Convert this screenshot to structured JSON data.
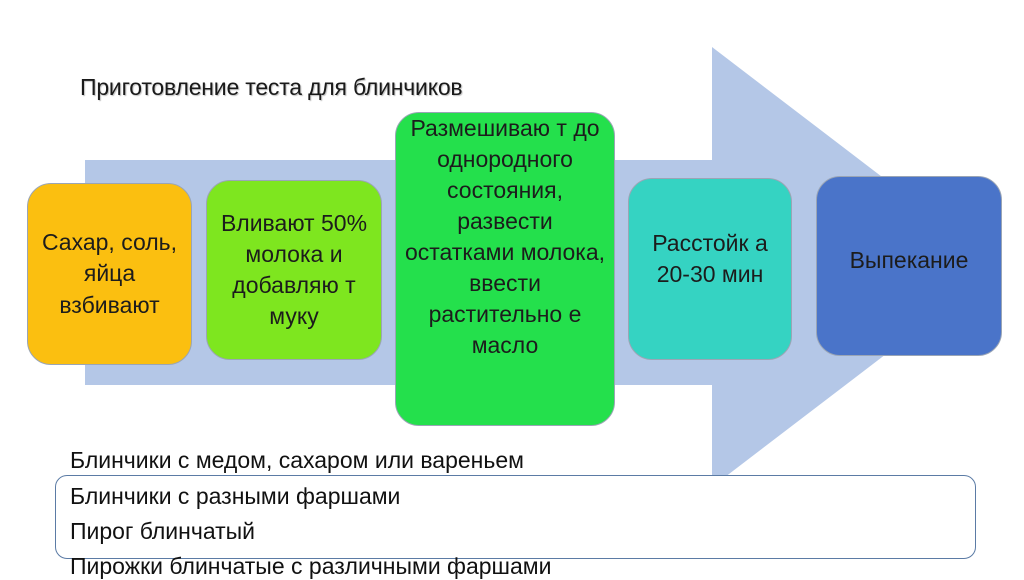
{
  "title": "Приготовление теста для блинчиков",
  "steps": [
    {
      "text": "Сахар, соль, яйца взбивают",
      "color": "#fbbf10"
    },
    {
      "text": "Вливают 50% молока и добавляю т муку",
      "color": "#7ee61f"
    },
    {
      "text": "Размешиваю т до однородного состояния, развести остатками молока, ввести растительно е масло",
      "color": "#24e04c"
    },
    {
      "text": "Расстойк а 20-30 мин",
      "color": "#35d3c2"
    },
    {
      "text": "Выпекание",
      "color": "#4a74c9"
    }
  ],
  "arrow_color": "#b4c7e7",
  "products": [
    "Блинчики с медом, сахаром или вареньем",
    "Блинчики с разными фаршами",
    "Пирог блинчатый",
    "Пирожки блинчатые с различными фаршами"
  ]
}
